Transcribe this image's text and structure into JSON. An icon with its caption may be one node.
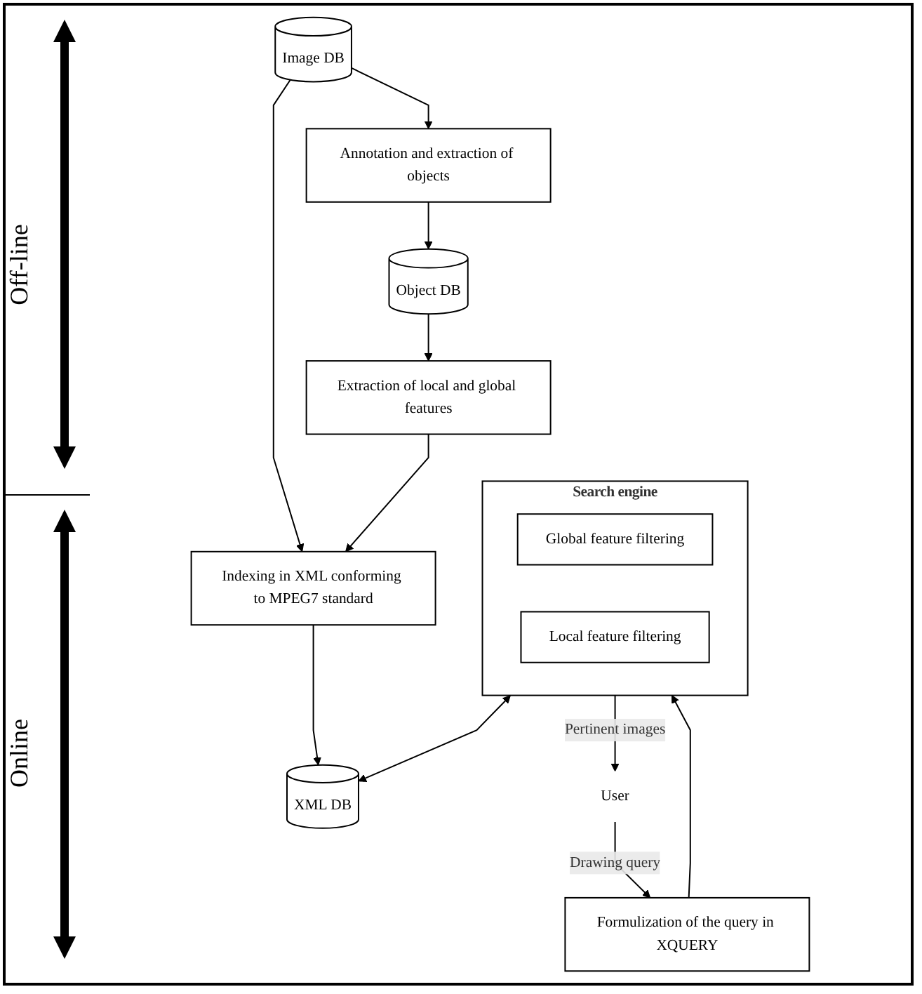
{
  "diagram": {
    "nodes": [
      {
        "text": [
          "Image DB"
        ]
      },
      {
        "text": [
          "Object DB"
        ]
      },
      {
        "text": [
          "Annotation and extraction of objects"
        ]
      },
      {
        "text": [
          "Extraction of local and global features"
        ]
      },
      {
        "text": [
          "Indexing in XML conforming to MPEG7 standard"
        ]
      },
      {
        "text": [
          "XML DB"
        ]
      },
      {
        "text": [
          "User"
        ]
      },
      {
        "text": [
          "Formulization of the query in XQUERY"
        ]
      },
      {
        "text": [
          "Search engine"
        ]
      },
      {
        "text": [
          "Global feature filtering"
        ],
        "in": 8
      },
      {
        "text": [
          "Local feature filtering"
        ],
        "in": 8
      }
    ],
    "edges": [
      {
        "from": 0,
        "to": 2,
        "arrow": "to"
      },
      {
        "from": 2,
        "to": 1,
        "arrow": "to"
      },
      {
        "from": 1,
        "to": 3,
        "arrow": "to"
      },
      {
        "from": 0,
        "to": 4,
        "arrow": "to"
      },
      {
        "from": 3,
        "to": 4,
        "arrow": "to"
      },
      {
        "from": 4,
        "to": 5,
        "arrow": "to"
      },
      {
        "from": 8,
        "to": 5,
        "arrow": "both"
      },
      {
        "from": 6,
        "to": 7,
        "arrow": "to",
        "label": "Drawing query"
      },
      {
        "from": 7,
        "to": 8,
        "arrow": "to"
      },
      {
        "from": 8,
        "to": 6,
        "arrow": "to",
        "label": "Pertinent images"
      }
    ],
    "labels": [
      "Off-line",
      "Online"
    ]
  }
}
